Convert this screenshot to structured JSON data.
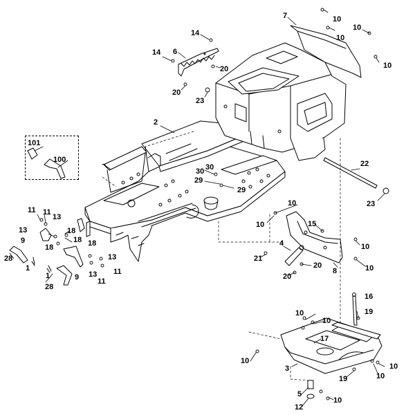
{
  "figure": "Exploded parts diagram - tractor chassis frame",
  "callouts": {
    "c7": "7",
    "c10a": "10",
    "c10b": "10",
    "c10c": "10",
    "c10d": "10",
    "c14a": "14",
    "c6": "6",
    "c14b": "14",
    "c20a": "20",
    "c20b": "20",
    "c23a": "23",
    "c2": "2",
    "c101": "101",
    "c100": "100",
    "c30": "30",
    "c29a": "29",
    "c29b": "29",
    "c22": "22",
    "c23b": "23",
    "c10e": "10",
    "c10f": "10",
    "c15": "15",
    "c10g": "10",
    "c11a": "11",
    "c11b": "11",
    "c13a": "13",
    "c13b": "13",
    "c18a": "18",
    "c9a": "9",
    "c18b": "18",
    "c18c": "18",
    "c18d": "18",
    "c13c": "13",
    "c28a": "28",
    "c1a": "1",
    "c1b": "1",
    "c13d": "13",
    "c11c": "11",
    "c11d": "11",
    "c9b": "9",
    "c28b": "28",
    "c4": "4",
    "c21": "21",
    "c20c": "20",
    "c20d": "20",
    "c8": "8",
    "c10h": "10",
    "c16": "16",
    "c10i": "10",
    "c19a": "19",
    "c10j": "10",
    "c17": "17",
    "c10k": "10",
    "c3": "3",
    "c10l": "10",
    "c10m": "10",
    "c19b": "19",
    "c5": "5",
    "c12": "12",
    "c10n": "10"
  },
  "colors": {
    "line": "#000000",
    "background": "#ffffff"
  }
}
